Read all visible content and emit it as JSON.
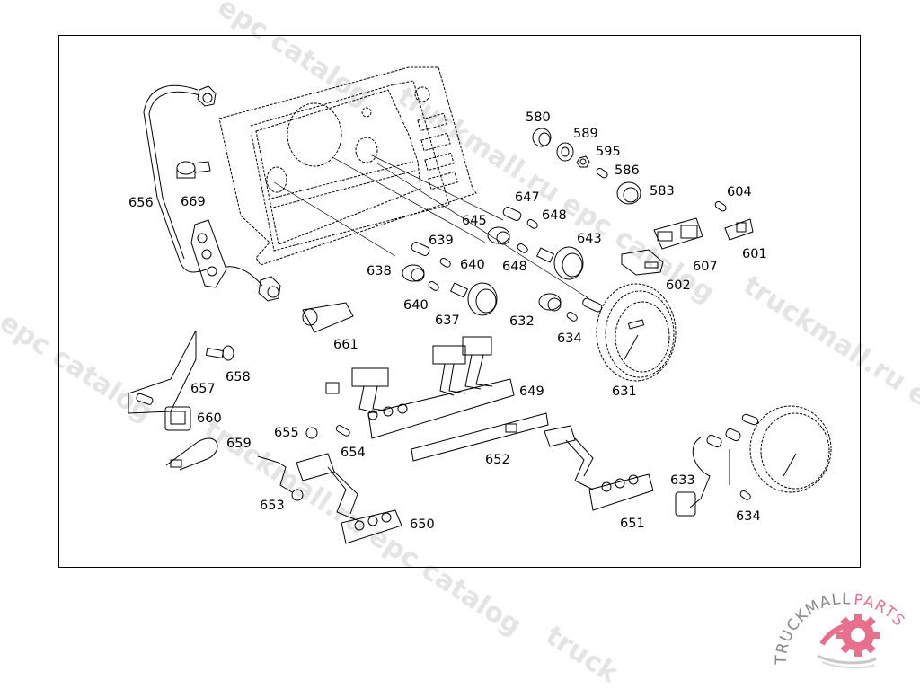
{
  "diagram": {
    "type": "exploded-parts-view",
    "subject": "instrument cluster and gauges",
    "part_labels": [
      "580",
      "589",
      "595",
      "586",
      "583",
      "604",
      "601",
      "607",
      "602",
      "647",
      "648",
      "645",
      "643",
      "639",
      "640",
      "638",
      "637",
      "632",
      "634",
      "631",
      "656",
      "669",
      "661",
      "657",
      "658",
      "660",
      "659",
      "655",
      "654",
      "653",
      "650",
      "649",
      "652",
      "651",
      "633"
    ],
    "labels": {
      "p580": "580",
      "p589": "589",
      "p595": "595",
      "p586": "586",
      "p583": "583",
      "p604": "604",
      "p601": "601",
      "p607": "607",
      "p602": "602",
      "p647": "647",
      "p648a": "648",
      "p645": "645",
      "p643": "643",
      "p648b": "648",
      "p639": "639",
      "p640a": "640",
      "p638": "638",
      "p640b": "640",
      "p637": "637",
      "p632": "632",
      "p634a": "634",
      "p631": "631",
      "p656": "656",
      "p669": "669",
      "p661": "661",
      "p657": "657",
      "p658": "658",
      "p660": "660",
      "p659": "659",
      "p655": "655",
      "p654": "654",
      "p653": "653",
      "p650": "650",
      "p649": "649",
      "p652": "652",
      "p651": "651",
      "p633": "633",
      "p634b": "634"
    }
  },
  "watermarks": {
    "text_a": "epc catalog",
    "text_b": "truckmall.ru",
    "text_c": "truckmall.ru epc catalog",
    "text_d": "l epc catalog",
    "text_e": "truckmall.ru e",
    "text_f": "truck"
  },
  "logo": {
    "brand_left": "TRUCKMALL",
    "brand_right": "PARTS",
    "accent_color": "#e8708f",
    "gray_color": "#8a8a8a"
  }
}
